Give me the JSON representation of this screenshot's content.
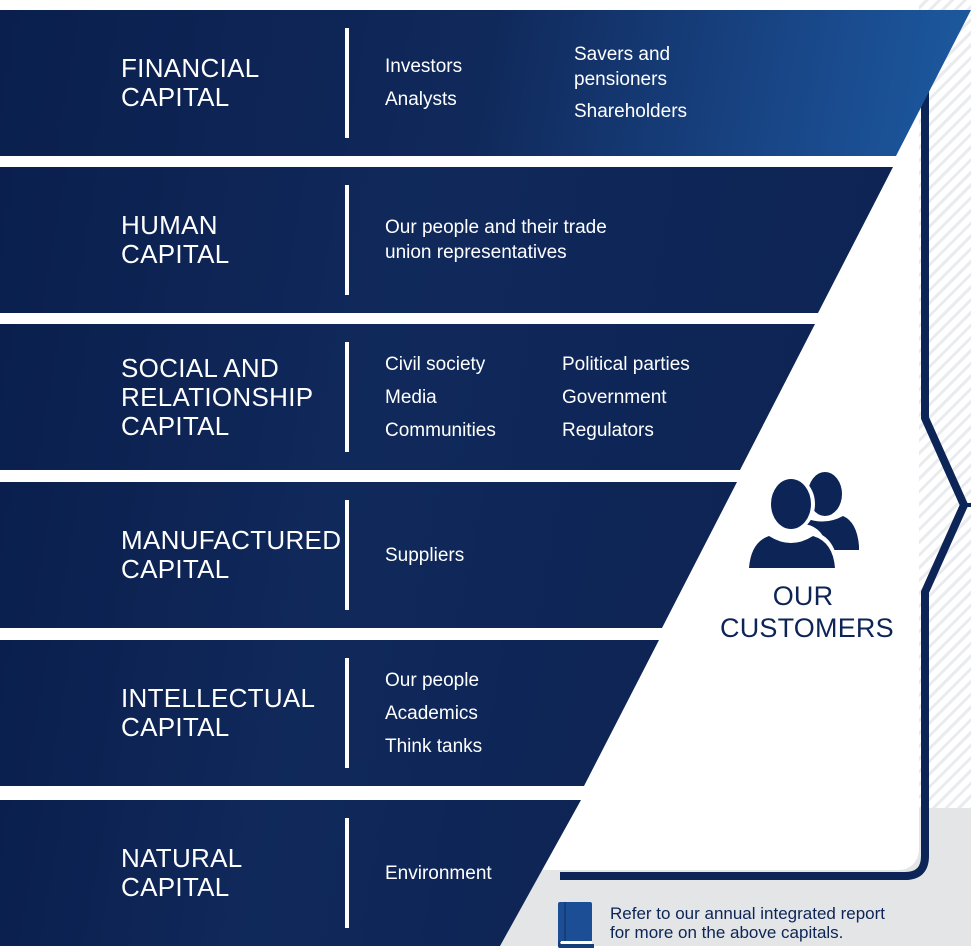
{
  "capitals": [
    {
      "title": "FINANCIAL\nCAPITAL",
      "col1": [
        "Investors",
        "Analysts"
      ],
      "col2": [
        "Savers and\npensioners",
        "Shareholders"
      ]
    },
    {
      "title": "HUMAN\nCAPITAL",
      "col1": [
        "Our people and their trade\nunion representatives"
      ]
    },
    {
      "title": "SOCIAL AND\nRELATIONSHIP\nCAPITAL",
      "col1": [
        "Civil society",
        "Media",
        "Communities"
      ],
      "col2": [
        "Political parties",
        "Government",
        "Regulators"
      ]
    },
    {
      "title": "MANUFACTURED\nCAPITAL",
      "col1": [
        "Suppliers"
      ]
    },
    {
      "title": "INTELLECTUAL\nCAPITAL",
      "col1": [
        "Our people",
        "Academics",
        "Think tanks"
      ]
    },
    {
      "title": "NATURAL\nCAPITAL",
      "col1": [
        "Environment"
      ]
    }
  ],
  "customers": {
    "label": "OUR\nCUSTOMERS",
    "icon": "people-icon"
  },
  "footer_note": {
    "text": "Refer to our annual integrated report\nfor more on the above capitals.",
    "icon": "book-icon"
  },
  "colors": {
    "navy": "#0c2456",
    "navy_dark": "#0a1f4d",
    "accent_blue": "#1c4e96",
    "grey": "#e4e5e7"
  }
}
